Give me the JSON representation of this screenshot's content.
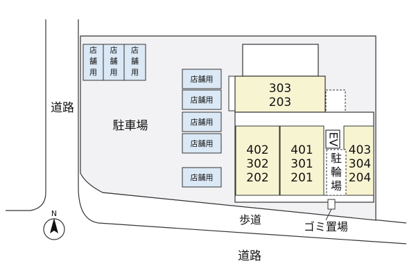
{
  "roads": {
    "west_road": "道路",
    "south_road": "道路",
    "sidewalk": "歩道"
  },
  "parking_label": "駐車場",
  "shop_vertical": [
    [
      "店",
      "舗",
      "用"
    ],
    [
      "店",
      "舗",
      "用"
    ],
    [
      "店",
      "舗",
      "用"
    ]
  ],
  "shop_horizontal": [
    "店舗用",
    "店舗用",
    "店舗用",
    "店舗用",
    "店舗用"
  ],
  "building": {
    "upper_unit": [
      "303",
      "203"
    ],
    "lower_columns": [
      [
        "402",
        "302",
        "202"
      ],
      [
        "401",
        "301",
        "201"
      ],
      [
        "403",
        "304",
        "204"
      ]
    ],
    "elevator": "EV",
    "bike_parking": [
      "駐",
      "輪",
      "場"
    ]
  },
  "garbage_label": "ゴミ置場",
  "compass_letter": "N",
  "colors": {
    "building_fill": "#f7f4d2",
    "parking_fill": "#f2f2f4",
    "shop_fill": "#dbe8f5",
    "line": "#333333"
  }
}
